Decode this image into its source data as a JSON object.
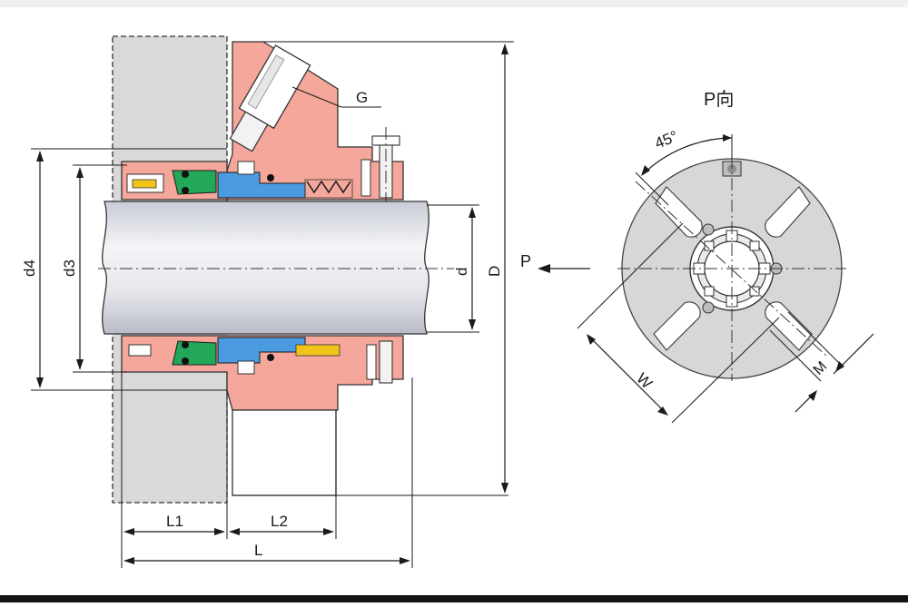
{
  "labels": {
    "G": "G",
    "d4": "d4",
    "d3": "d3",
    "d": "d",
    "D": "D",
    "L1": "L1",
    "L2": "L2",
    "L": "L",
    "P": "P",
    "view_title": "P向",
    "angle": "45°",
    "W": "W",
    "M": "M"
  },
  "colors": {
    "gland": "#f4a79a",
    "housing": "#d9d9d9",
    "shaft": "#e4e6ec",
    "green_ring": "#23a85a",
    "blue_ring": "#4a9be0",
    "pin": "#f0c419",
    "flange": "#d7d7d7"
  }
}
